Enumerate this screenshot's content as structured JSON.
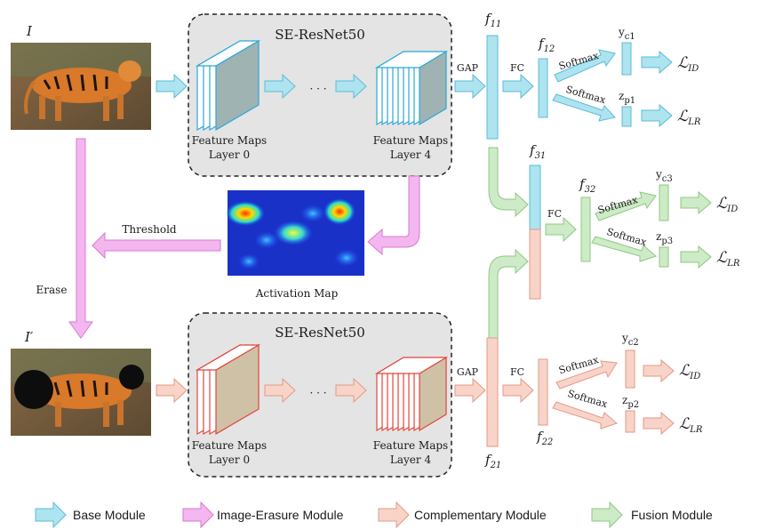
{
  "image_top_label": "I",
  "image_bottom_label": "I′",
  "backbone_top": {
    "title": "SE-ResNet50",
    "left_caption_line1": "Feature Maps",
    "left_caption_line2": "Layer 0",
    "right_caption_line1": "Feature Maps",
    "right_caption_line2": "Layer 4",
    "ellipsis": "· · ·"
  },
  "backbone_bottom": {
    "title": "SE-ResNet50",
    "left_caption_line1": "Feature Maps",
    "left_caption_line2": "Layer 0",
    "right_caption_line1": "Feature Maps",
    "right_caption_line2": "Layer 4",
    "ellipsis": "· · ·"
  },
  "labels": {
    "gap": "GAP",
    "fc": "FC",
    "softmax": "Softmax",
    "threshold": "Threshold",
    "erase": "Erase",
    "activation_map": "Activation Map"
  },
  "features": {
    "f11": {
      "base": "f",
      "sub": "11"
    },
    "f12": {
      "base": "f",
      "sub": "12"
    },
    "f21": {
      "base": "f",
      "sub": "21"
    },
    "f22": {
      "base": "f",
      "sub": "22"
    },
    "f31": {
      "base": "f",
      "sub": "31"
    },
    "f32": {
      "base": "f",
      "sub": "32"
    }
  },
  "outputs": {
    "yc1": {
      "base": "y",
      "sub": "c1"
    },
    "zp1": {
      "base": "z",
      "sub": "p1"
    },
    "yc2": {
      "base": "y",
      "sub": "c2"
    },
    "zp2": {
      "base": "z",
      "sub": "p2"
    },
    "yc3": {
      "base": "y",
      "sub": "c3"
    },
    "zp3": {
      "base": "z",
      "sub": "p3"
    }
  },
  "losses": {
    "id": {
      "base": "ℒ",
      "sub": "ID"
    },
    "lr": {
      "base": "ℒ",
      "sub": "LR"
    }
  },
  "legend": [
    {
      "label": "Base Module",
      "color": "#aee3f0",
      "stroke": "#5bbcd6"
    },
    {
      "label": "Image-Erasure Module",
      "color": "#f4b6ef",
      "stroke": "#d77ad0"
    },
    {
      "label": "Complementary Module",
      "color": "#f8d4c8",
      "stroke": "#e29a86"
    },
    {
      "label": "Fusion Module",
      "color": "#cdebc6",
      "stroke": "#8fc783"
    }
  ],
  "colors": {
    "base": "#aee3f0",
    "base_stroke": "#5bbcd6",
    "erase": "#f4b6ef",
    "erase_stroke": "#d77ad0",
    "comp": "#f8d4c8",
    "comp_stroke": "#e29a86",
    "fusion": "#cdebc6",
    "fusion_stroke": "#8fc783",
    "feature_blue": "#2aa9d6",
    "feature_red": "#e2453c",
    "panel_fill": "#e4e4e4"
  }
}
